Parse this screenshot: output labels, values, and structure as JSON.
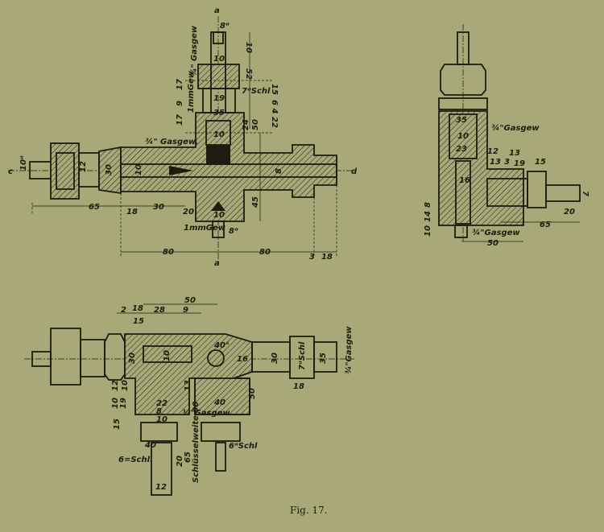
{
  "caption": "Fig. 17.",
  "colors": {
    "paper": "#a9a878",
    "ink": "#1c1c10"
  },
  "view_top_left": {
    "labels": [
      "8ᵅ",
      "10",
      "52",
      "10",
      "19",
      "35",
      "10",
      "7ᵅSchl",
      "15",
      "17",
      "9",
      "17",
      "1mmGew",
      "¾\" Gasgew",
      "6 4",
      "22",
      "24",
      "50",
      "45",
      "¾\" Gasgew.",
      "1mmGew",
      "8ᵅ",
      "10",
      "10ᵅ",
      "12",
      "30",
      "10",
      "8",
      "65",
      "18",
      "30",
      "20",
      "80",
      "80",
      "3",
      "18",
      "a",
      "a",
      "d",
      "c"
    ]
  },
  "view_top_right": {
    "labels": [
      "35",
      "¾\"Gasgew",
      "10",
      "23",
      "12",
      "13",
      "13",
      "3",
      "19",
      "15",
      "16",
      "20",
      "65",
      "50",
      "¾\"Gasgew",
      "7",
      "8",
      "14",
      "10"
    ]
  },
  "view_bottom": {
    "labels": [
      "50",
      "2",
      "18",
      "28",
      "9",
      "15",
      "30",
      "10",
      "16",
      "40°",
      "30",
      "7ᵅSchl",
      "35",
      "¾\"Gasgew",
      "18",
      "12",
      "10",
      "13",
      "50",
      "40",
      "¾\"Gasgew",
      "22",
      "8",
      "10",
      "10",
      "19",
      "15",
      "6=Schl.",
      "6ᵅSchl",
      "40",
      "20",
      "65",
      "Schlüsselweite 30",
      "12"
    ]
  }
}
